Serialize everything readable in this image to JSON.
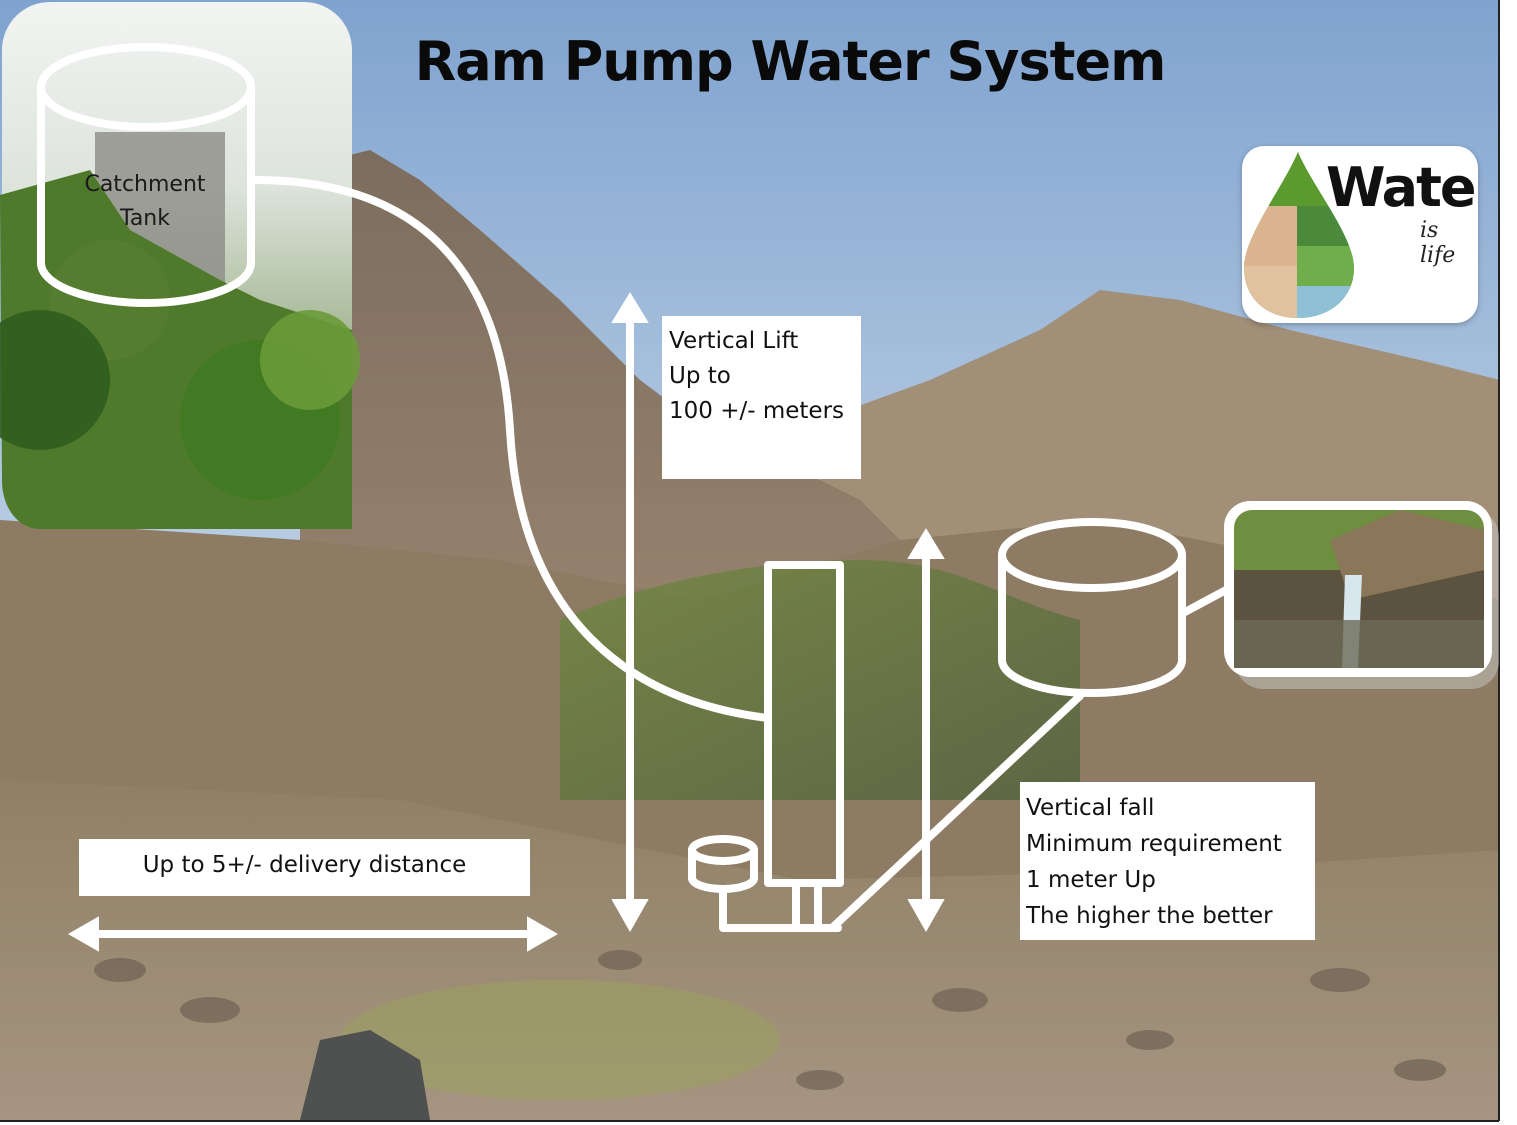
{
  "title": "Ram Pump Water System",
  "catchment_tank": {
    "line1": "Catchment",
    "line2": "Tank"
  },
  "vertical_lift": {
    "line1": "Vertical Lift",
    "line2": "Up to",
    "line3": "100 +/- meters"
  },
  "vertical_fall": {
    "line1": "Vertical fall",
    "line2": "Minimum requirement",
    "line3": "1 meter Up",
    "line4": "The higher the better"
  },
  "delivery_distance": {
    "label": "Up to 5+/-  delivery distance"
  },
  "logo": {
    "word": "Water",
    "tagline": "is life"
  },
  "colors": {
    "sky": "#b9cde3",
    "mountain": "#8a7a65",
    "vegetation": "#6f8a4a",
    "ground": "#9a8a76",
    "diagram_lines": "#ffffff"
  }
}
